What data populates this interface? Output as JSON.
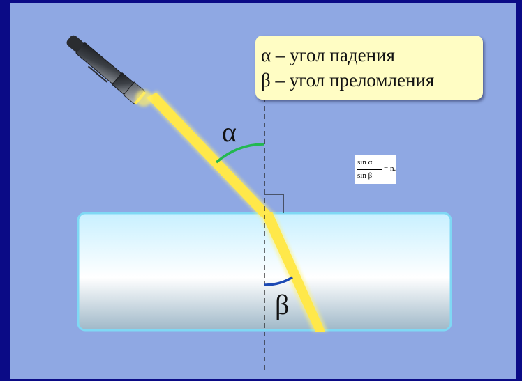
{
  "legend": {
    "line1": "α – угол падения",
    "line2": "β – угол преломления"
  },
  "formula": {
    "numerator": "sin α",
    "denominator": "sin β",
    "rhs": "= n."
  },
  "labels": {
    "alpha": "α",
    "beta": "β"
  },
  "colors": {
    "background": "#8fa8e3",
    "frame": "#0b0b86",
    "beam": "#ffe84a",
    "alpha_arc": "#22b850",
    "beta_arc": "#1c49b4",
    "legend_fill": "#fffdc4"
  },
  "icons": [
    "flashlight-icon"
  ]
}
